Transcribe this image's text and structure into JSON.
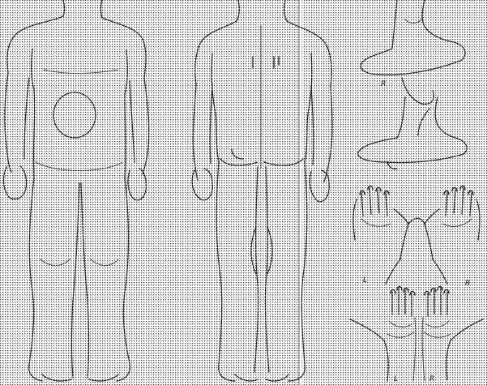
{
  "figure": {
    "type": "body-chart",
    "panels": [
      "body-front",
      "body-back",
      "feet",
      "hands-dorsal",
      "hands-palmar"
    ],
    "side_labels": {
      "feet_upper": "R",
      "hands_dorsal_left": "L",
      "hands_dorsal_right": "R",
      "hands_palmar_left": "L",
      "hands_palmar_right": "R"
    }
  },
  "colors": {
    "background": "#ffffff",
    "line": "#1a1a1a",
    "stipple": "#202020"
  }
}
